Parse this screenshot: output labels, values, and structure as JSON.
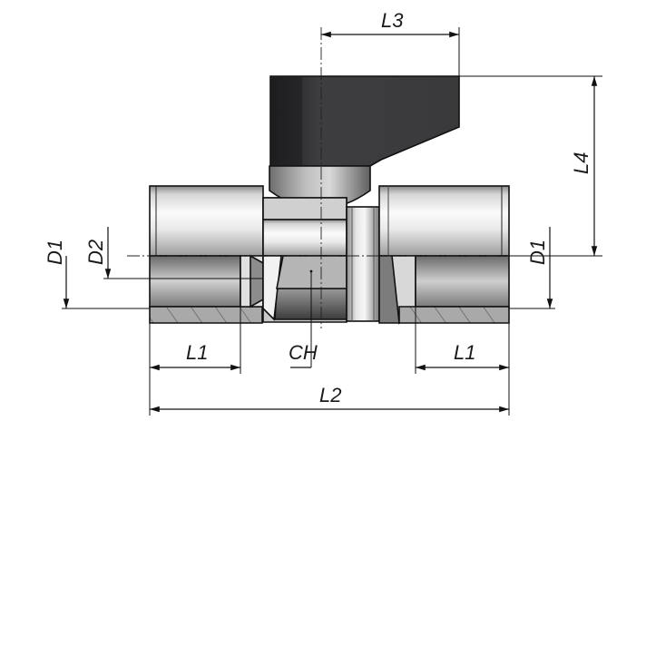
{
  "diagram": {
    "labels": {
      "L3": "L3",
      "L4": "L4",
      "D1_left": "D1",
      "D2": "D2",
      "D1_right": "D1",
      "L1_left": "L1",
      "CH": "CH",
      "L1_right": "L1",
      "L2": "L2"
    },
    "colors": {
      "handle": "#3a3a3c",
      "handle_dark": "#1e1e20",
      "metal_light": "#f2f2f2",
      "metal_mid": "#b9b9b9",
      "metal_dark": "#5a5a5a",
      "section_hatch": "#9a9a9a",
      "line": "#111111"
    }
  }
}
